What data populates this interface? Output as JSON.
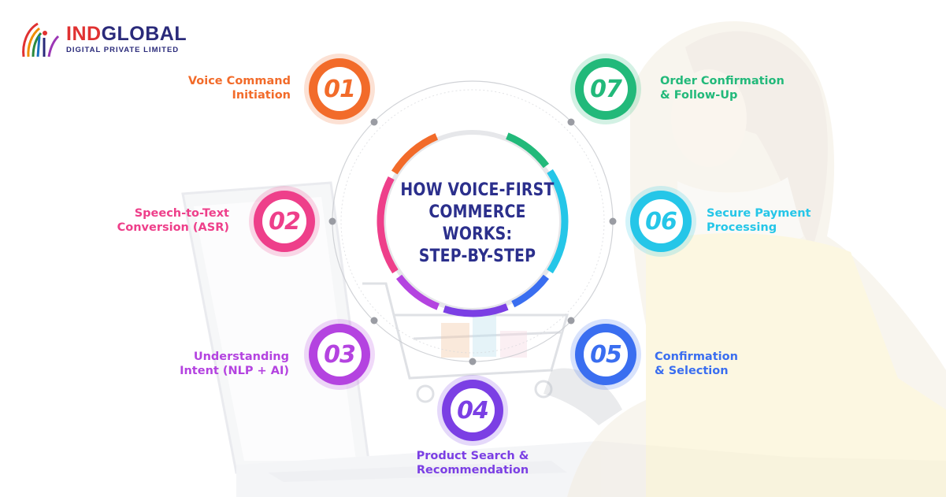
{
  "brand": {
    "name_part1": "IND",
    "name_part2": "GLOBAL",
    "tagline": "DIGITAL PRIVATE LIMITED"
  },
  "title": {
    "line1": "HOW VOICE-FIRST",
    "line2": "COMMERCE WORKS:",
    "line3": "STEP-BY-STEP"
  },
  "steps": [
    {
      "number": "01",
      "line1": "Voice Command",
      "line2": "Initiation",
      "color": "#f26b2a"
    },
    {
      "number": "02",
      "line1": "Speech-to-Text",
      "line2": "Conversion (ASR)",
      "color": "#ee3f8a"
    },
    {
      "number": "03",
      "line1": "Understanding",
      "line2": "Intent (NLP + AI)",
      "color": "#b443e0"
    },
    {
      "number": "04",
      "line1": "Product Search &",
      "line2": "Recommendation",
      "color": "#7b3fe4"
    },
    {
      "number": "05",
      "line1": "Confirmation",
      "line2": "& Selection",
      "color": "#3a6ef0"
    },
    {
      "number": "06",
      "line1": "Secure Payment",
      "line2": "Processing",
      "color": "#25c6e8"
    },
    {
      "number": "07",
      "line1": "Order Confirmation",
      "line2": "& Follow-Up",
      "color": "#22b97a"
    }
  ]
}
